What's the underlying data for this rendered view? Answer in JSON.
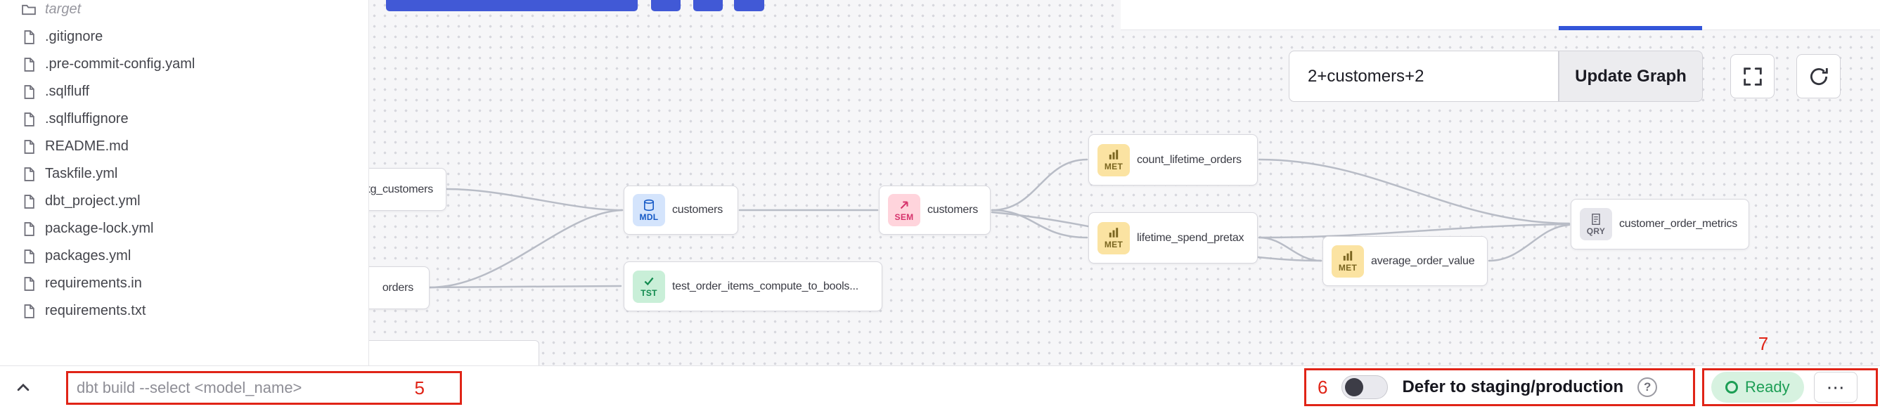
{
  "colors": {
    "annotation_red": "#e02417",
    "accent_blue": "#3355d9",
    "ready_green": "#1d9e55",
    "model_blue": "#1559c6",
    "test_green": "#118a4e",
    "semantic_pink": "#d6336c",
    "metric_yellow": "#7a6520",
    "query_gray": "#62626e"
  },
  "sidebar": {
    "items": [
      {
        "label": "target"
      },
      {
        "label": ".gitignore"
      },
      {
        "label": ".pre-commit-config.yaml"
      },
      {
        "label": ".sqlfluff"
      },
      {
        "label": ".sqlfluffignore"
      },
      {
        "label": "README.md"
      },
      {
        "label": "Taskfile.yml"
      },
      {
        "label": "dbt_project.yml"
      },
      {
        "label": "package-lock.yml"
      },
      {
        "label": "packages.yml"
      },
      {
        "label": "requirements.in"
      },
      {
        "label": "requirements.txt"
      }
    ]
  },
  "graph": {
    "selector_value": "2+customers+2",
    "update_button_label": "Update Graph",
    "nodes": [
      {
        "label": "tg_customers",
        "badge": ""
      },
      {
        "label": "orders",
        "badge": ""
      },
      {
        "label": "customers",
        "badge": "MDL"
      },
      {
        "label": "test_order_items_compute_to_bools...",
        "badge": "TST"
      },
      {
        "label": "customers",
        "badge": "SEM"
      },
      {
        "label": "count_lifetime_orders",
        "badge": "MET"
      },
      {
        "label": "lifetime_spend_pretax",
        "badge": "MET"
      },
      {
        "label": "average_order_value",
        "badge": "MET"
      },
      {
        "label": "customer_order_metrics",
        "badge": "QRY"
      }
    ]
  },
  "bottom_bar": {
    "command_text": "dbt build --select <model_name>",
    "defer_label": "Defer to staging/production",
    "help_symbol": "?",
    "ready_label": "Ready",
    "ellipsis": "⋯"
  },
  "annotations": {
    "command_number": "5",
    "defer_number": "6",
    "status_number": "7"
  }
}
